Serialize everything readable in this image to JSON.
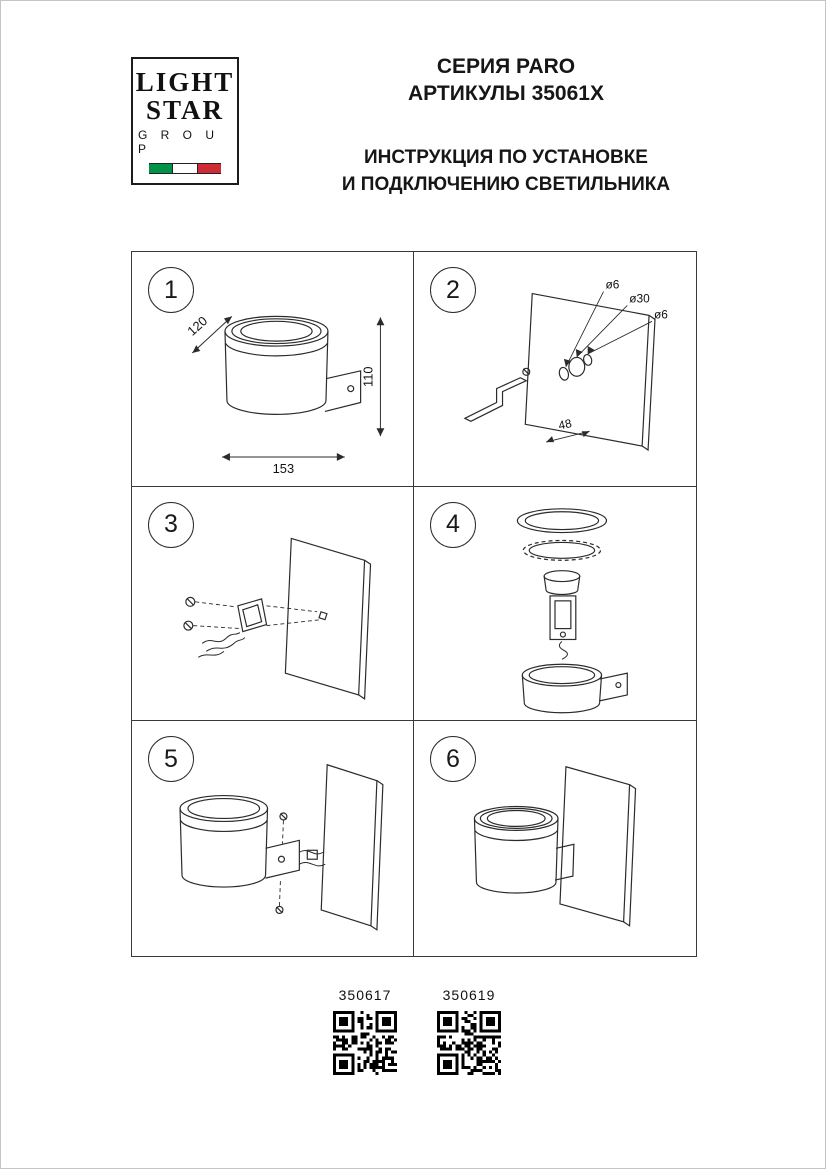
{
  "logo": {
    "line1": "LIGHT",
    "line2": "STAR",
    "line3": "G R O U P"
  },
  "header": {
    "series": "СЕРИЯ PARO",
    "articles": "АРТИКУЛЫ 35061X",
    "title_line1": "ИНСТРУКЦИЯ ПО УСТАНОВКЕ",
    "title_line2": "И ПОДКЛЮЧЕНИЮ СВЕТИЛЬНИКА"
  },
  "steps": [
    {
      "number": "1",
      "dims": {
        "d120": "120",
        "d110": "110",
        "d153": "153"
      }
    },
    {
      "number": "2",
      "dims": {
        "hole_left": "ø6",
        "hole_center": "ø30",
        "hole_right": "ø6",
        "d48": "48"
      }
    },
    {
      "number": "3"
    },
    {
      "number": "4"
    },
    {
      "number": "5"
    },
    {
      "number": "6"
    }
  ],
  "footer": {
    "code_left": "350617",
    "code_right": "350619"
  }
}
